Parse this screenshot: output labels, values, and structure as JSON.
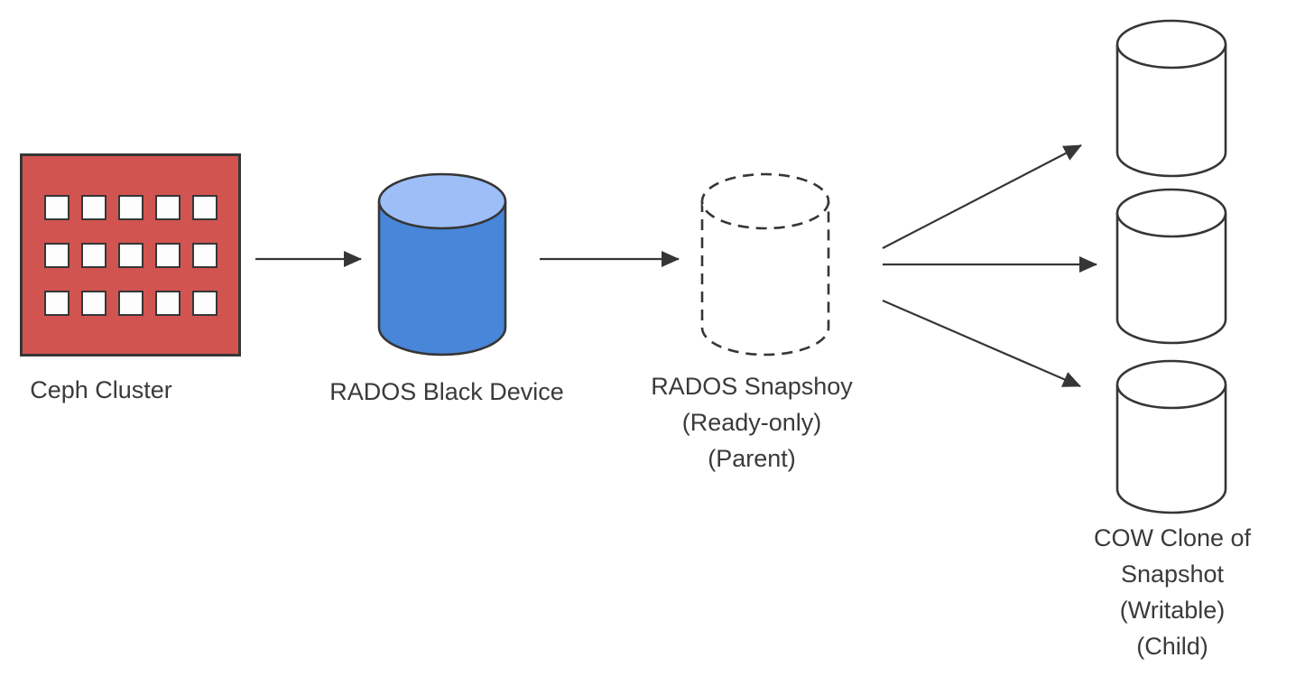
{
  "diagram": {
    "nodes": {
      "ceph_cluster": {
        "label": "Ceph Cluster",
        "fill": "#d25451",
        "grid": {
          "rows": 3,
          "cols": 5
        }
      },
      "rados_block_device": {
        "label": "RADOS Black Device",
        "body_fill": "#4786d8",
        "top_fill": "#9dbef7"
      },
      "rados_snapshot": {
        "label_line1": "RADOS Snapshoy",
        "label_line2": "(Ready-only)",
        "label_line3": "(Parent)"
      },
      "cow_clones": {
        "count": 3,
        "label_line1": "COW Clone of",
        "label_line2": "Snapshot",
        "label_line3": "(Writable)",
        "label_line4": "(Child)"
      }
    },
    "colors": {
      "stroke": "#363636",
      "text": "#3a3a3a",
      "background": "#ffffff"
    }
  }
}
